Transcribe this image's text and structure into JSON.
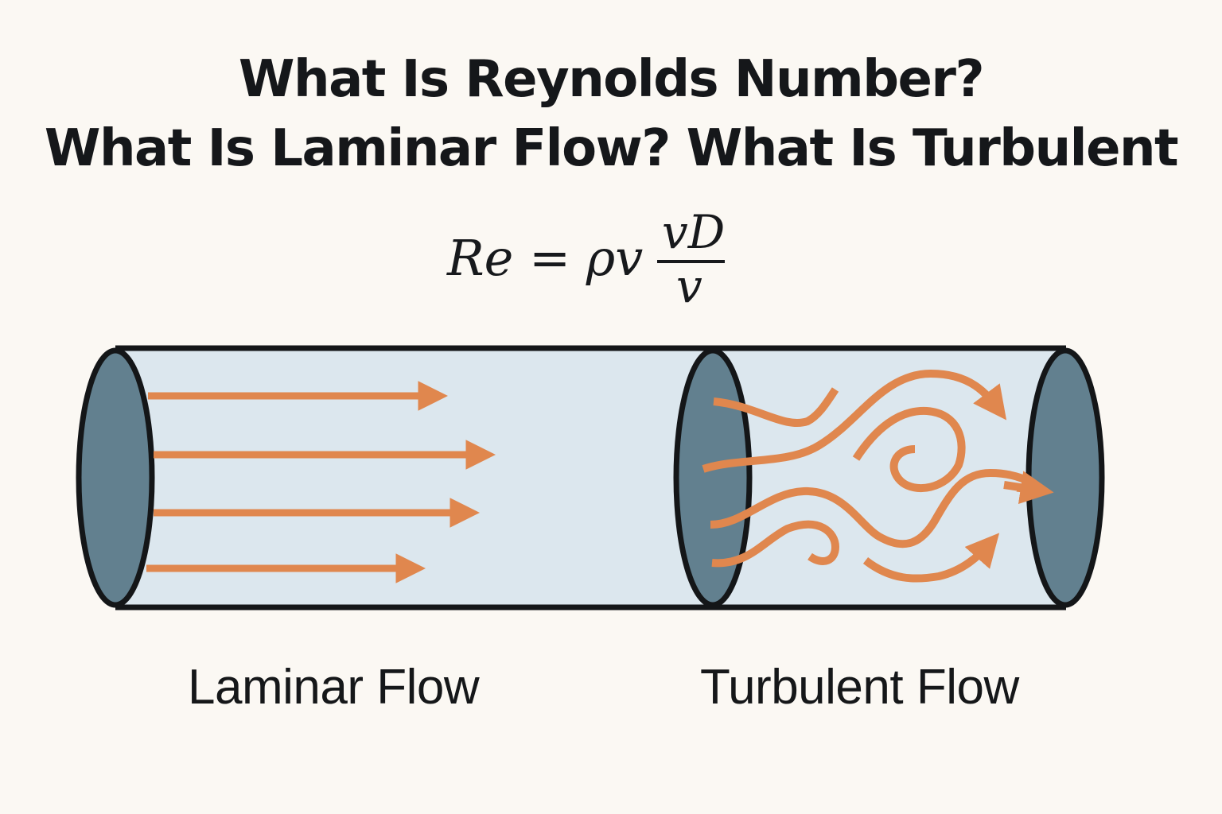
{
  "title": {
    "line1": "What Is Reynolds Number?",
    "line2": "What Is Laminar Flow? What Is Turbulent"
  },
  "formula": {
    "lhs": "Re = ρv",
    "numerator": "vD",
    "denominator": "v"
  },
  "labels": {
    "laminar": "Laminar Flow",
    "turbulent": "Turbulent Flow"
  },
  "colors": {
    "background": "#fbf8f3",
    "tube_fill": "#dce7ee",
    "cap_fill": "#62808f",
    "outline": "#141618",
    "arrow": "#e0874e"
  },
  "laminar_arrows": 4,
  "turbulent_streams": 7
}
